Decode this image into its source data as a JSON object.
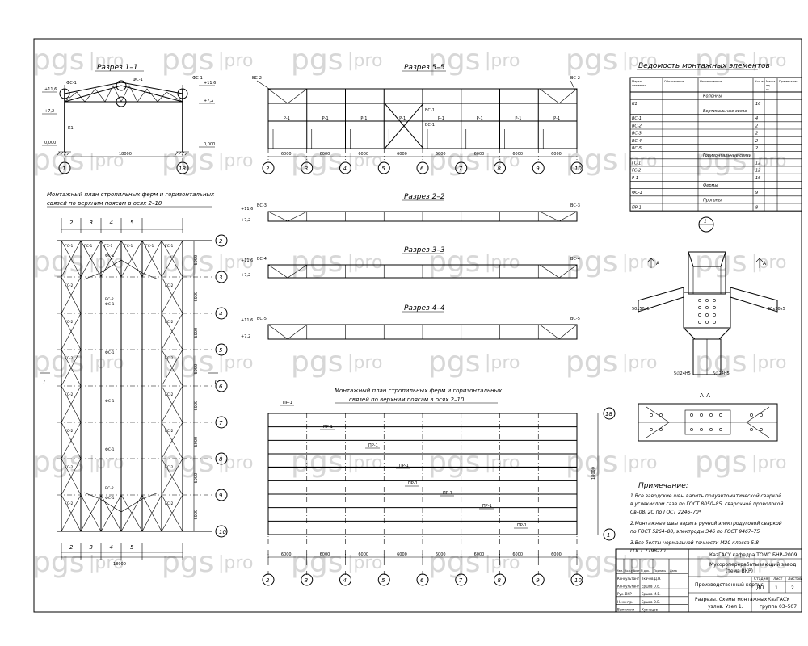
{
  "watermark": {
    "brand": "pgs",
    "suffix": "pro"
  },
  "section11": {
    "title": "Разрез 1–1",
    "levels": [
      "+11,6",
      "+7,2",
      "0,000"
    ],
    "levels_right": [
      "+11,6",
      "+7,2",
      "0,000"
    ],
    "span": "18000",
    "axes": [
      "1",
      "18"
    ],
    "col_label": "К1",
    "callouts": [
      "ФС-1",
      "ФС-1",
      "ФС-1"
    ]
  },
  "section55": {
    "title": "Разрез 5–5",
    "tag_left": "ВС-2",
    "tag_right": "ВС-2",
    "bays": [
      "6000",
      "6000",
      "6000",
      "6000",
      "6000",
      "6000",
      "6000",
      "6000"
    ],
    "axes": [
      "2",
      "3",
      "4",
      "5",
      "6",
      "7",
      "8",
      "9",
      "10"
    ],
    "members": [
      "Р-1",
      "Р-1",
      "Р-1",
      "Р-1",
      "Р-1",
      "Р-1",
      "Р-1",
      "Р-1"
    ],
    "cross_tags": [
      "ВС-1",
      "ВС-1"
    ]
  },
  "section22": {
    "title": "Разрез 2–2",
    "tag_left": "ВС-3",
    "tag_right": "ВС-3",
    "levels": [
      "+11,6",
      "+7,2"
    ]
  },
  "section33": {
    "title": "Разрез 3–3",
    "tag_left": "ВС-4",
    "tag_right": "ВС-4",
    "levels": [
      "+11,6",
      "+7,2"
    ]
  },
  "section44": {
    "title": "Разрез 4–4",
    "tag_left": "ВС-5",
    "tag_right": "ВС-5",
    "levels": [
      "+11,6",
      "+7,2"
    ]
  },
  "plan_left": {
    "title_line1": "Монтажный план стропильных ферм и горизонтальных",
    "title_line2": "связей по верхним поясам в осях 2–10",
    "top_dims": [
      "2",
      "3",
      "4",
      "5"
    ],
    "bottom_dims": [
      "2",
      "3",
      "4",
      "5"
    ],
    "axes": [
      "2",
      "3",
      "4",
      "5",
      "6",
      "7",
      "8",
      "9",
      "10"
    ],
    "bay_dims": [
      "6000",
      "6000",
      "6000",
      "6000",
      "6000",
      "6000",
      "6000",
      "6000"
    ],
    "span": "18000",
    "cut_label": "1",
    "tags_gs1": [
      "ГС-1",
      "ГС-1",
      "ГС-1",
      "ГС-1",
      "ГС-1",
      "ГС-1"
    ],
    "tags_gs2": [
      "ГС-2",
      "ГС-2",
      "ГС-2",
      "ГС-2",
      "ГС-2",
      "ГС-2",
      "ГС-2",
      "ГС-2",
      "ГС-2",
      "ГС-2",
      "ГС-2",
      "ГС-2",
      "ГС-2",
      "ГС-2"
    ],
    "tags_fs": [
      "ФС-1",
      "ФС-1",
      "ФС-1",
      "ФС-1",
      "ФС-1",
      "ФС-1"
    ],
    "tags_vs": [
      "ВС-2",
      "ВС-2"
    ]
  },
  "plan_right": {
    "title_line1": "Монтажный план стропильных ферм и горизонтальных",
    "title_line2": "связей по верхним поясам в осях 2–10",
    "tags": [
      "ПР-1",
      "ПР-1",
      "ПР-1",
      "ПР-1",
      "ПР-1",
      "ПР-1",
      "ПР-1",
      "ПР-1"
    ],
    "bays": [
      "6000",
      "6000",
      "6000",
      "6000",
      "6000",
      "6000",
      "6000",
      "6000"
    ],
    "axes": [
      "2",
      "3",
      "4",
      "5",
      "6",
      "7",
      "8",
      "9",
      "10"
    ],
    "span": "18000",
    "row_axes": [
      "18",
      "1"
    ]
  },
  "schedule": {
    "title": "Ведомость монтажных элементов",
    "headers": [
      "Марка элемента",
      "Обозначение",
      "Наименование",
      "Кол-во",
      "Масса ед. кг",
      "Примечание"
    ],
    "rows": [
      {
        "mark": "",
        "name": "Колонны",
        "qty": ""
      },
      {
        "mark": "К1",
        "name": "",
        "qty": "16"
      },
      {
        "mark": "",
        "name": "Вертикальные связи",
        "qty": ""
      },
      {
        "mark": "ВС-1",
        "name": "",
        "qty": "4"
      },
      {
        "mark": "ВС-2",
        "name": "",
        "qty": "2"
      },
      {
        "mark": "ВС-3",
        "name": "",
        "qty": "2"
      },
      {
        "mark": "ВС-4",
        "name": "",
        "qty": "2"
      },
      {
        "mark": "ВС-5",
        "name": "",
        "qty": "2"
      },
      {
        "mark": "",
        "name": "Горизонтальные связи",
        "qty": ""
      },
      {
        "mark": "ГС-1",
        "name": "",
        "qty": "12"
      },
      {
        "mark": "ГС-2",
        "name": "",
        "qty": "12"
      },
      {
        "mark": "Р-1",
        "name": "",
        "qty": "16"
      },
      {
        "mark": "",
        "name": "Фермы",
        "qty": ""
      },
      {
        "mark": "ФС-1",
        "name": "",
        "qty": "9"
      },
      {
        "mark": "",
        "name": "Прогоны",
        "qty": ""
      },
      {
        "mark": "ПР-1",
        "name": "",
        "qty": "8"
      }
    ]
  },
  "node": {
    "marker": "1",
    "cut": "А",
    "section_title": "А–А",
    "left_label": "50х50х5",
    "right_label": "50х50х5",
    "bottom_left": "5∅24Н5",
    "bottom_right": "5∅24Н5"
  },
  "notes": {
    "title": "Примечание:",
    "items": [
      "1.Все заводские швы варить полуавтоматической сваркой",
      "в углекислом газе по ГОСТ 8050–85, сварочной проволокой",
      "Св–08Г2С по ГОСТ 2246–70*",
      "2.Монтажные швы варить ручной электродуговой сваркой",
      "по ГОСТ 5264–80, электроды Э46 по ГОСТ 9467–75",
      "3.Все болты нормальной точности М20 класса 5.8",
      "ГОСТ 7798–70."
    ]
  },
  "titleblock": {
    "code": "КазГАСУ кафедра ТОМС БНР–2009",
    "project_line1": "Мусороперерабатывающий завод",
    "project_line2": "(тема ВКР)",
    "sheet_title": "Производственный корпус",
    "drawing_line1": "Разрезы. Схемы монтажных",
    "drawing_line2": "узлов. Узел 1.",
    "stage_h": "Стадия",
    "sheet_h": "Лист",
    "sheets_h": "Листов",
    "stage": "ДП",
    "sheet": "1",
    "sheets": "2",
    "org_line1": "КазГАСУ",
    "org_line2": "группа 03–507",
    "col_heads": [
      "Изм.",
      "Кол.уч.",
      "Лист",
      "N док.",
      "Подпись",
      "Дата"
    ],
    "people": [
      {
        "role": "Консультант",
        "name": "Ткачев Д.Н."
      },
      {
        "role": "Консультант",
        "name": "Ершов О.В."
      },
      {
        "role": "Рук. ВКР",
        "name": "Ершов М.В."
      },
      {
        "role": "Н. контр.",
        "name": "Ершов О.В."
      },
      {
        "role": "Выполнил",
        "name": "Кузнецов"
      }
    ]
  }
}
